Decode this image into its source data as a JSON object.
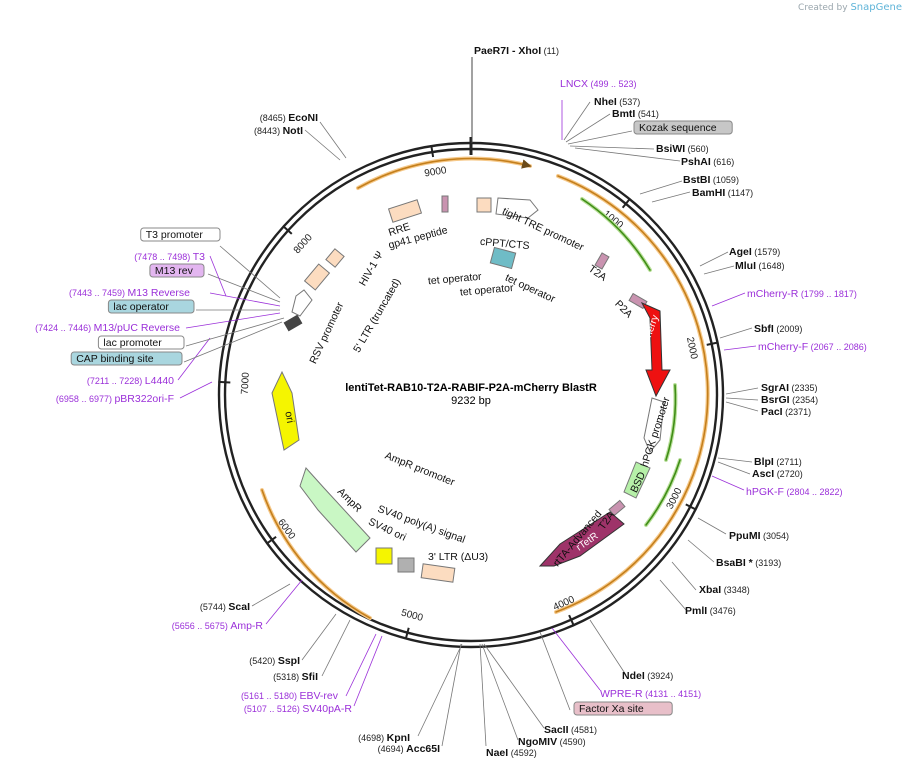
{
  "brand": {
    "prefix": "Created by",
    "name": "SnapGene"
  },
  "map": {
    "name": "lentiTet-RAB10-T2A-RABIF-P2A-mCherry BlastR",
    "length": 9232,
    "length_label": "9232 bp"
  },
  "ticks": [
    1000,
    2000,
    3000,
    4000,
    5000,
    6000,
    7000,
    8000,
    9000
  ],
  "colors": {
    "cut_site": "#000000",
    "primer": "#9b30d9",
    "orf_orange": "#e8a23a",
    "orf_green": "#63b32a",
    "promoter": "#ffffff",
    "mcherry": "#ee1111",
    "blastr": "#b6f0a8",
    "rtetr": "#9e3369",
    "p2a": "#c993b0",
    "ori": "#f5f500",
    "ampr": "#c9f7c4",
    "ltr": "#fcdcc0",
    "gray": "#b0b0b0",
    "cyan": "#6fbcc6"
  },
  "features": [
    {
      "id": "hiv1psi",
      "label": "HIV-1 Ψ"
    },
    {
      "id": "rre",
      "label": "RRE"
    },
    {
      "id": "gp41",
      "label": "gp41 peptide"
    },
    {
      "id": "cppt",
      "label": "cPPT/CTS"
    },
    {
      "id": "tre",
      "label": "tight TRE promoter"
    },
    {
      "id": "t2a1",
      "label": "T2A"
    },
    {
      "id": "tetop1",
      "label": "tet operator"
    },
    {
      "id": "tetop2",
      "label": "tet operator"
    },
    {
      "id": "tetop3",
      "label": "tet operator"
    },
    {
      "id": "p2a",
      "label": "P2A"
    },
    {
      "id": "mcherry",
      "label": "mCherry"
    },
    {
      "id": "hpgk",
      "label": "hPGK promoter"
    },
    {
      "id": "bsd",
      "label": "BSD"
    },
    {
      "id": "t2a2",
      "label": "T2A"
    },
    {
      "id": "rtta",
      "label": "rtTA-Advanced"
    },
    {
      "id": "rtetr",
      "label": "rTetR"
    },
    {
      "id": "ltr3",
      "label": "3' LTR (ΔU3)"
    },
    {
      "id": "sv40pa",
      "label": "SV40 poly(A) signal"
    },
    {
      "id": "sv40ori",
      "label": "SV40 ori"
    },
    {
      "id": "amprp",
      "label": "AmpR promoter"
    },
    {
      "id": "ampr",
      "label": "AmpR"
    },
    {
      "id": "ori",
      "label": "ori"
    },
    {
      "id": "rsv",
      "label": "RSV promoter"
    },
    {
      "id": "ltr5",
      "label": "5' LTR (truncated)"
    }
  ],
  "annotations": [
    {
      "id": "paer7i",
      "name": "PaeR7I",
      "extra": "- XhoI",
      "pos": "(11)",
      "style": "site"
    },
    {
      "id": "lncx",
      "name": "LNCX",
      "pos": "(499 .. 523)",
      "style": "primer"
    },
    {
      "id": "nhei",
      "name": "NheI",
      "pos": "(537)",
      "style": "site"
    },
    {
      "id": "bmti",
      "name": "BmtI",
      "pos": "(541)",
      "style": "site"
    },
    {
      "id": "kozak",
      "name": "Kozak sequence",
      "pos": "",
      "style": "box-gray"
    },
    {
      "id": "bsiwi",
      "name": "BsiWI",
      "pos": "(560)",
      "style": "site"
    },
    {
      "id": "pshai",
      "name": "PshAI",
      "pos": "(616)",
      "style": "site"
    },
    {
      "id": "bstbi",
      "name": "BstBI",
      "pos": "(1059)",
      "style": "site"
    },
    {
      "id": "bamhi",
      "name": "BamHI",
      "pos": "(1147)",
      "style": "site"
    },
    {
      "id": "agei",
      "name": "AgeI",
      "pos": "(1579)",
      "style": "site"
    },
    {
      "id": "mlui",
      "name": "MluI",
      "pos": "(1648)",
      "style": "site"
    },
    {
      "id": "mcherryr",
      "name": "mCherry-R",
      "pos": "(1799 .. 1817)",
      "style": "primer"
    },
    {
      "id": "sbfi",
      "name": "SbfI",
      "pos": "(2009)",
      "style": "site"
    },
    {
      "id": "mcherryf",
      "name": "mCherry-F",
      "pos": "(2067 .. 2086)",
      "style": "primer"
    },
    {
      "id": "sgrai",
      "name": "SgrAI",
      "pos": "(2335)",
      "style": "site"
    },
    {
      "id": "bsrgi",
      "name": "BsrGI",
      "pos": "(2354)",
      "style": "site"
    },
    {
      "id": "paci",
      "name": "PacI",
      "pos": "(2371)",
      "style": "site"
    },
    {
      "id": "blpi",
      "name": "BlpI",
      "pos": "(2711)",
      "style": "site"
    },
    {
      "id": "asci",
      "name": "AscI",
      "pos": "(2720)",
      "style": "site"
    },
    {
      "id": "hpgkf",
      "name": "hPGK-F",
      "pos": "(2804 .. 2822)",
      "style": "primer"
    },
    {
      "id": "ppumi",
      "name": "PpuMI",
      "pos": "(3054)",
      "style": "site"
    },
    {
      "id": "bsabi",
      "name": "BsaBI *",
      "pos": "(3193)",
      "style": "site"
    },
    {
      "id": "xbai",
      "name": "XbaI",
      "pos": "(3348)",
      "style": "site"
    },
    {
      "id": "pmli",
      "name": "PmlI",
      "pos": "(3476)",
      "style": "site"
    },
    {
      "id": "ndei",
      "name": "NdeI",
      "pos": "(3924)",
      "style": "site"
    },
    {
      "id": "wprer",
      "name": "WPRE-R",
      "pos": "(4131 .. 4151)",
      "style": "primer"
    },
    {
      "id": "factorxa",
      "name": "Factor Xa site",
      "pos": "",
      "style": "box-pink"
    },
    {
      "id": "sacii",
      "name": "SacII",
      "pos": "(4581)",
      "style": "site"
    },
    {
      "id": "ngomiv",
      "name": "NgoMIV",
      "pos": "(4590)",
      "style": "site"
    },
    {
      "id": "naei",
      "name": "NaeI",
      "pos": "(4592)",
      "style": "site"
    },
    {
      "id": "kpni",
      "name": "KpnI",
      "pos": "(4698)",
      "style": "site"
    },
    {
      "id": "acc65i",
      "name": "Acc65I",
      "pos": "(4694)",
      "style": "site"
    },
    {
      "id": "ebvrev",
      "name": "EBV-rev",
      "pos": "(5161 .. 5180)",
      "style": "primer"
    },
    {
      "id": "sv40par",
      "name": "SV40pA-R",
      "pos": "(5107 .. 5126)",
      "style": "primer"
    },
    {
      "id": "sspi",
      "name": "SspI",
      "pos": "(5420)",
      "style": "site"
    },
    {
      "id": "sfii",
      "name": "SfiI",
      "pos": "(5318)",
      "style": "site"
    },
    {
      "id": "scai",
      "name": "ScaI",
      "pos": "(5744)",
      "style": "site"
    },
    {
      "id": "ampr_primer",
      "name": "Amp-R",
      "pos": "(5656 .. 5675)",
      "style": "primer"
    },
    {
      "id": "pbr322",
      "name": "pBR322ori-F",
      "pos": "(6958 .. 6977)",
      "style": "primer"
    },
    {
      "id": "l4440",
      "name": "L4440",
      "pos": "(7211 .. 7228)",
      "style": "primer"
    },
    {
      "id": "capbs",
      "name": "CAP binding site",
      "pos": "",
      "style": "box-cyan"
    },
    {
      "id": "lacprom",
      "name": "lac promoter",
      "pos": "",
      "style": "box-white"
    },
    {
      "id": "m13puc",
      "name": "M13/pUC Reverse",
      "pos": "(7424 .. 7446)",
      "style": "primer"
    },
    {
      "id": "lacop",
      "name": "lac operator",
      "pos": "",
      "style": "box-cyan"
    },
    {
      "id": "m13rev_p",
      "name": "M13 Reverse",
      "pos": "(7443 .. 7459)",
      "style": "primer"
    },
    {
      "id": "m13rev",
      "name": "M13 rev",
      "pos": "",
      "style": "box-purple"
    },
    {
      "id": "t3",
      "name": "T3",
      "pos": "(7478 .. 7498)",
      "style": "primer"
    },
    {
      "id": "t3prom",
      "name": "T3 promoter",
      "pos": "",
      "style": "box-white"
    },
    {
      "id": "noti",
      "name": "NotI",
      "pos": "(8443)",
      "style": "site"
    },
    {
      "id": "econi",
      "name": "EcoNI",
      "pos": "(8465)",
      "style": "site"
    }
  ]
}
